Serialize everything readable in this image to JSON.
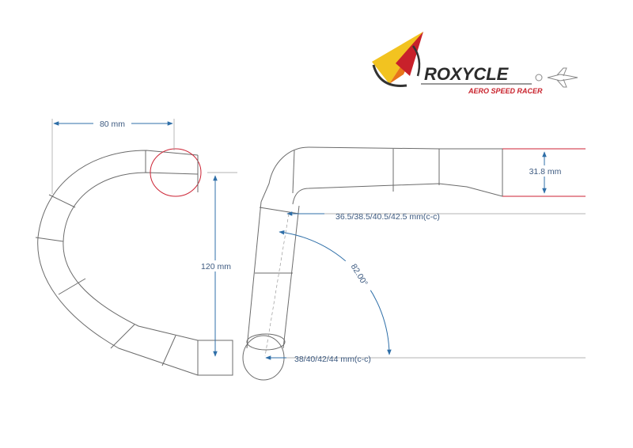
{
  "brand": {
    "name": "ROXYCLE",
    "tagline": "AERO SPEED RACER",
    "colors": {
      "yellow": "#f2c320",
      "orange": "#e8751a",
      "red": "#c8212b",
      "dark": "#333333"
    }
  },
  "dimensions": {
    "reach": "80 mm",
    "drop": "120 mm",
    "clamp_diameter": "31.8 mm",
    "angle": "82.00°",
    "top_width": "36.5/38.5/40.5/42.5 mm(c-c)",
    "bottom_width": "38/40/42/44 mm(c-c)"
  },
  "colors": {
    "outline": "#6b6b6b",
    "dimension": "#2f6fa8",
    "accent_red": "#cc2233"
  }
}
